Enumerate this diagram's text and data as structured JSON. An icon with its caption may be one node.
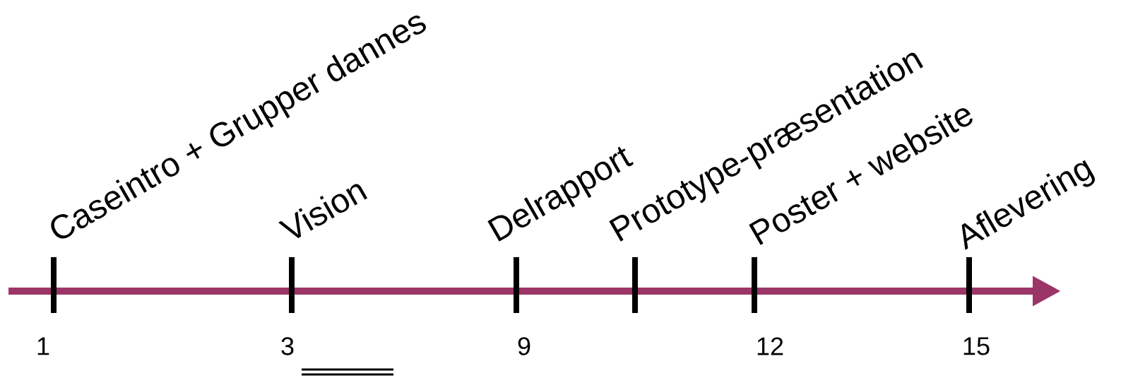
{
  "diagram": {
    "labels": [
      "Caseintro + Grupper dannes",
      "Vision",
      "Delrapport",
      "Prototype-præsentation",
      "Poster + website",
      "Aflevering",
      "1",
      "3",
      "9",
      "12",
      "15"
    ]
  }
}
